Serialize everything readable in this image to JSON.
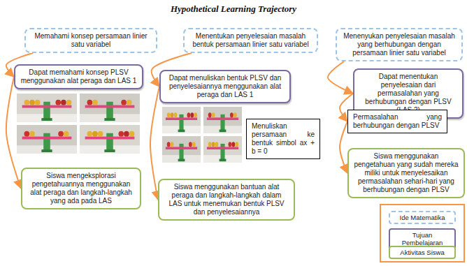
{
  "diagram": {
    "title": "Hypothetical Learning Trajectory",
    "nodes": [
      {
        "text": [
          "Memahami konsep persamaan linier satu variabel"
        ]
      },
      {
        "text": [
          "Dapat memahami konsep PLSV menggunakan alat peraga dan LAS 1"
        ]
      },
      {
        "text": [
          "Siswa mengeksplorasi pengetahuannya menggunakan alat peraga dan langkah-langkah yang ada pada LAS"
        ]
      },
      {
        "text": [
          "Menentukan penyelesaian masalah bentuk persamaan linier satu variabel"
        ]
      },
      {
        "text": [
          "Dapat menuliskan bentuk PLSV dan penyelesaiannya menggunakan alat peraga dan LAS 1"
        ]
      },
      {
        "text": [
          "Menuliskan persamaan ke bentuk simbol ax + b = 0"
        ]
      },
      {
        "text": [
          "Siswa menggunakan bantuan alat peraga dan langkah-langkah dalam LAS untuk menemukan bentuk PLSV dan penyelesaiannya"
        ]
      },
      {
        "text": [
          "Menenyukan penyelesaian masalah yang berhubungan dengan persamaan linier satu variabel"
        ]
      },
      {
        "text": [
          "Dapat menentukan penyelesaian dari permasalahan yang berhubungan dengan PLSV (LAS 2)"
        ]
      },
      {
        "text": [
          "Permasalahan yang berhubungan dengan PLSV"
        ]
      },
      {
        "text": [
          "Siswa menggunakan pengetahuan yang sudah mereka miliki untuk menyelesaikan permasalahan sehari-hari yang berhubungan dengan PLSV"
        ]
      }
    ],
    "edges": [
      {
        "from": 0,
        "to": 1,
        "arrow": "to"
      },
      {
        "from": 1,
        "to": 2,
        "arrow": "to"
      },
      {
        "from": 3,
        "to": 4,
        "arrow": "to"
      },
      {
        "from": 4,
        "to": 6,
        "arrow": "to"
      },
      {
        "from": 7,
        "to": 8,
        "arrow": "to"
      },
      {
        "from": 8,
        "to": 9,
        "arrow": "to"
      },
      {
        "from": 9,
        "to": 10,
        "arrow": "to"
      }
    ],
    "legend": [
      {
        "text": "Ide Matematika"
      },
      {
        "text": "Tujuan Pembelajaran"
      },
      {
        "text": "Aktivitas Siswa"
      }
    ]
  }
}
